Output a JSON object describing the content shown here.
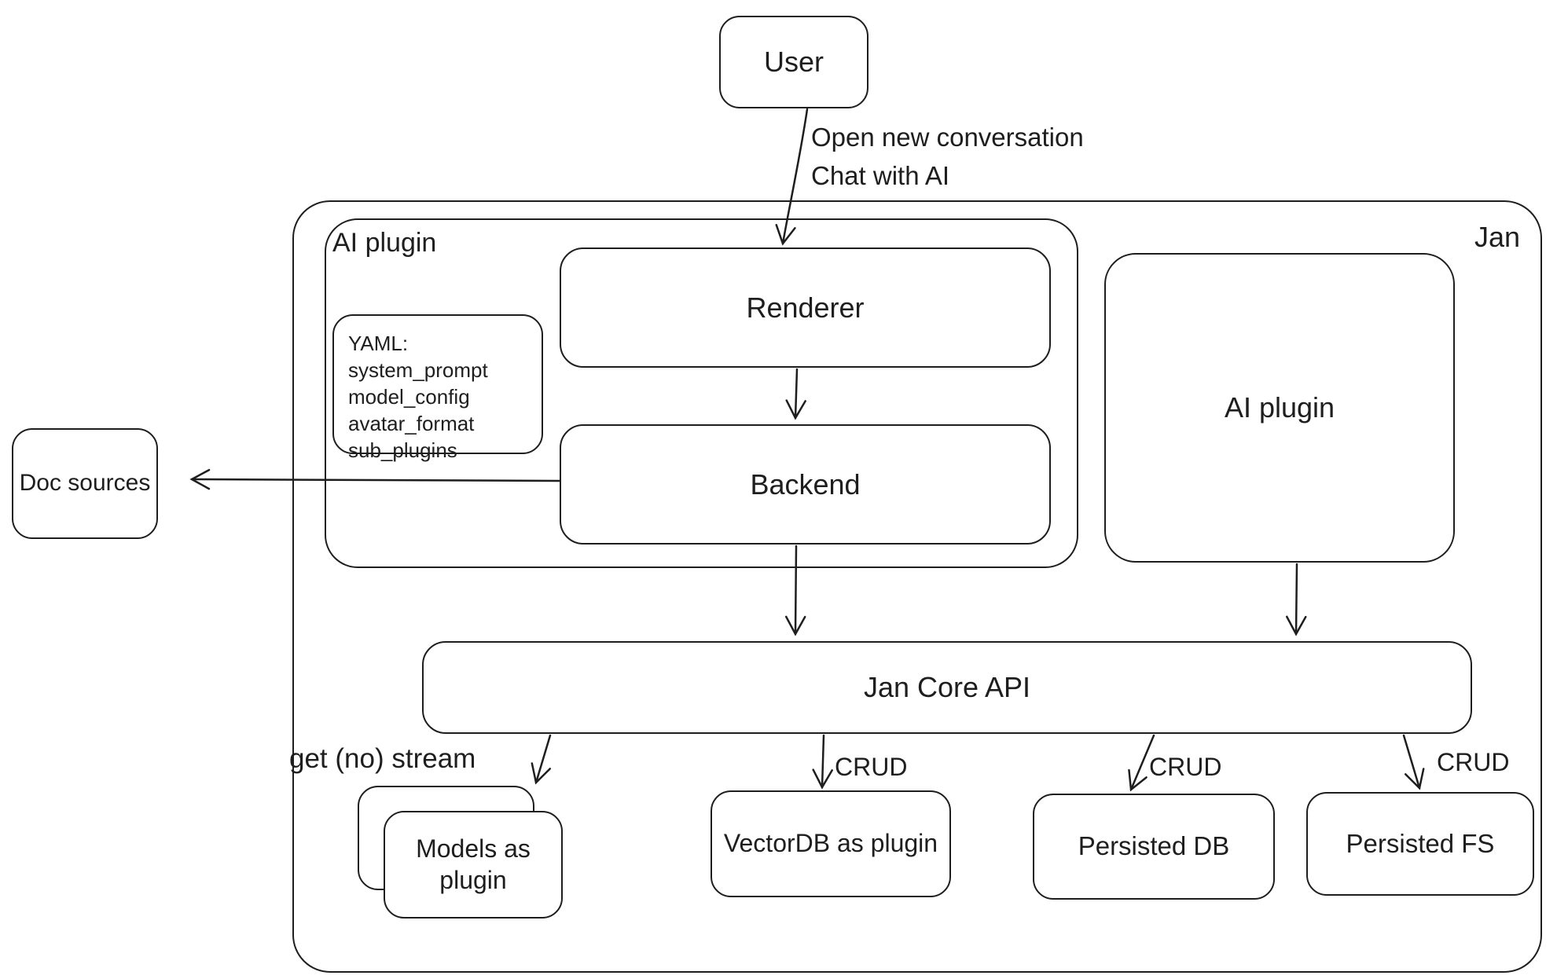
{
  "colors": {
    "stroke": "#1e1e1e",
    "canvas_bg": "#ffffff"
  },
  "nodes": {
    "user": {
      "label": "User"
    },
    "jan_container": {
      "label": "Jan"
    },
    "ai_plugin_container": {
      "label": "AI plugin"
    },
    "renderer": {
      "label": "Renderer"
    },
    "yaml_note": {
      "lines": [
        "YAML:",
        "system_prompt",
        "model_config",
        "avatar_format",
        "sub_plugins"
      ]
    },
    "backend": {
      "label": "Backend"
    },
    "doc_sources": {
      "label": "Doc sources"
    },
    "ai_plugin_right": {
      "label": "AI plugin"
    },
    "jan_core_api": {
      "label": "Jan Core API"
    },
    "models_plugin": {
      "label": "Models as plugin"
    },
    "vectordb_plugin": {
      "label": "VectorDB as plugin"
    },
    "persisted_db": {
      "label": "Persisted DB"
    },
    "persisted_fs": {
      "label": "Persisted FS"
    }
  },
  "edges": {
    "user_to_renderer": {
      "label_line1": "Open new conversation",
      "label_line2": "Chat with AI"
    },
    "core_to_models": {
      "label": "get (no) stream"
    },
    "core_to_vectordb": {
      "label": "CRUD"
    },
    "core_to_persisted_db": {
      "label": "CRUD"
    },
    "core_to_persisted_fs": {
      "label": "CRUD"
    }
  }
}
